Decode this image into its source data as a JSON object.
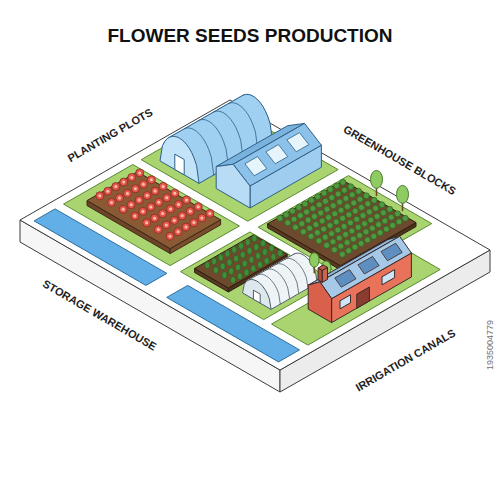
{
  "diagram": {
    "title": "FLOWER SEEDS PRODUCTION",
    "labels": [
      "PLANTING PLOTS",
      "GREENHOUSE BLOCKS",
      "STORAGE WAREHOUSE",
      "IRRIGATION CANALS",
      "1935004779"
    ]
  }
}
